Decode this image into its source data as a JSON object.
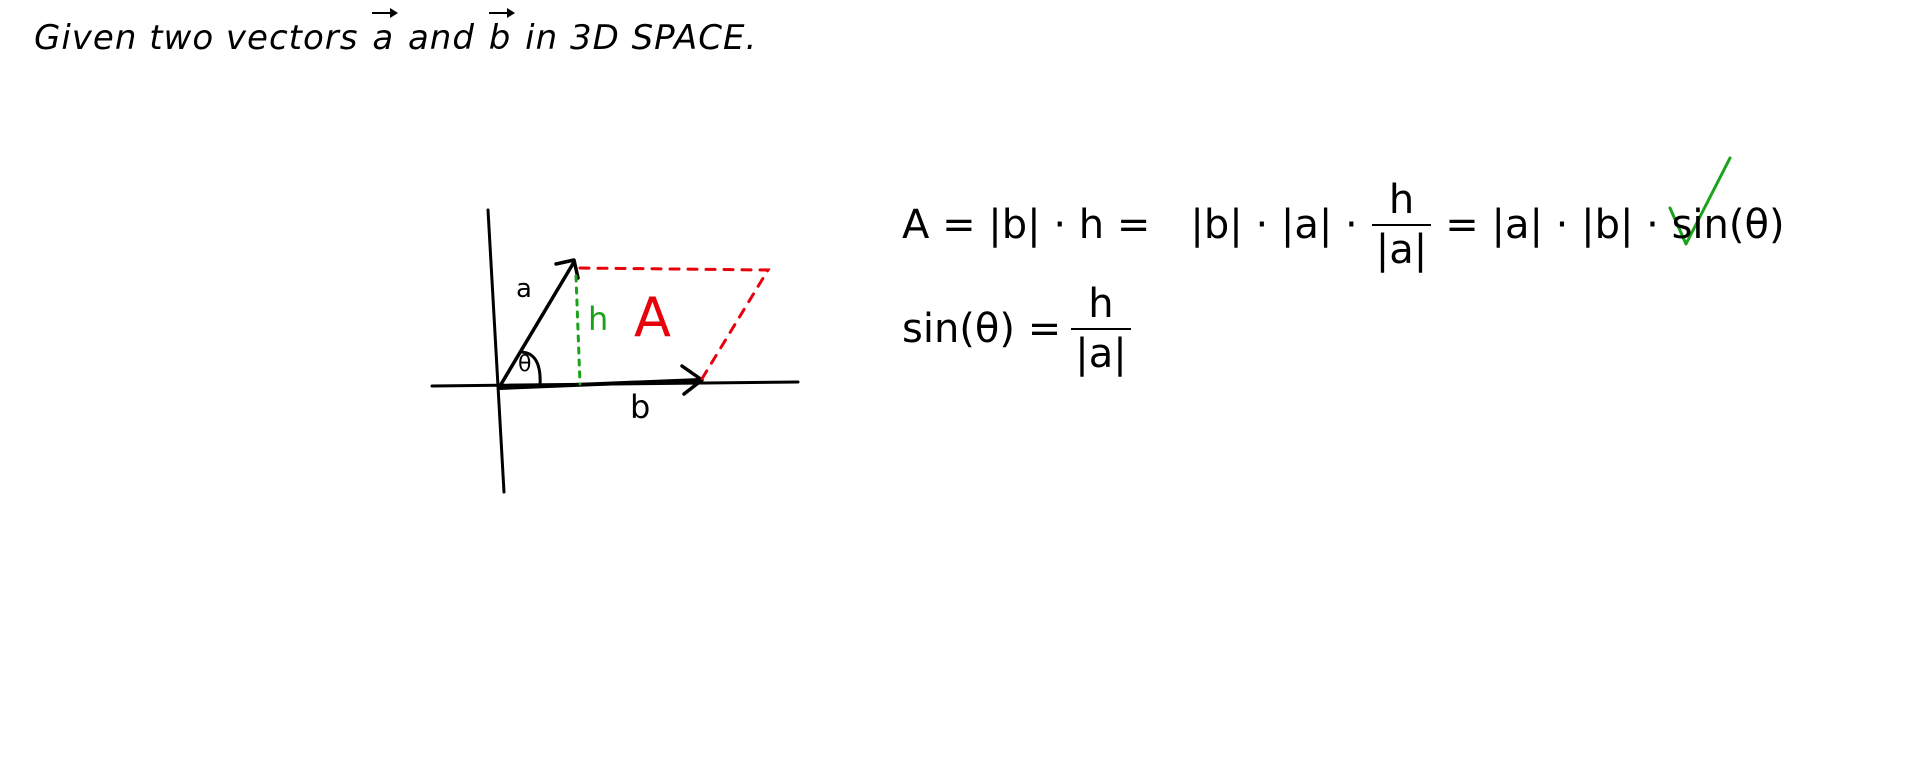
{
  "title": {
    "pre": "Given two vectors",
    "vec_a": "a",
    "and": "and",
    "vec_b": "b",
    "post": "in 3D SPACE."
  },
  "diagram": {
    "label_a": "a",
    "label_b": "b",
    "label_h": "h",
    "label_A": "A",
    "label_theta": "θ"
  },
  "equations": {
    "area_lhs": "A = |b| · h =",
    "area_mid": "|b| · |a| ·",
    "area_frac_num": "h",
    "area_frac_den": "|a|",
    "area_rhs": "= |a| · |b| · sin(θ)",
    "sin_lhs": "sin(θ) =",
    "sin_frac_num": "h",
    "sin_frac_den": "|a|"
  },
  "colors": {
    "ink": "#000000",
    "area": "#e8000b",
    "height": "#1aa31a",
    "check": "#1aa31a"
  },
  "icons": {
    "check": "check-mark-icon"
  }
}
